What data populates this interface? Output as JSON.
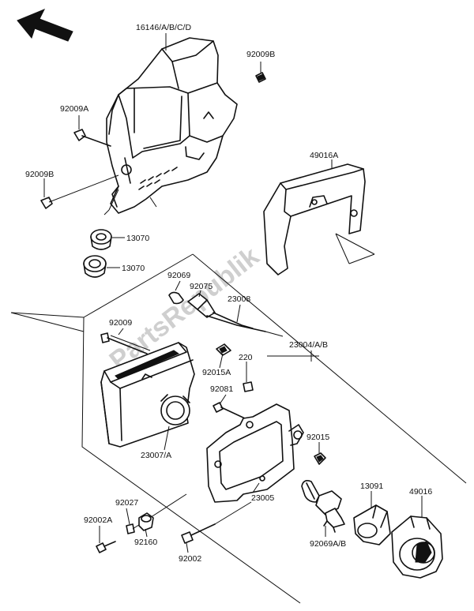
{
  "diagram": {
    "watermark": "PartsRepublik",
    "labels": {
      "p16146": "16146/A/B/C/D",
      "p92009B_top": "92009B",
      "p92009A": "92009A",
      "p92009B_left": "92009B",
      "p49016A": "49016A",
      "p13070_a": "13070",
      "p13070_b": "13070",
      "p92069": "92069",
      "p92075": "92075",
      "p23008": "23008",
      "p92009": "92009",
      "p23004": "23004/A/B",
      "p92015A": "92015A",
      "p220": "220",
      "p92081": "92081",
      "p23007": "23007/A",
      "p92015": "92015",
      "p23005": "23005",
      "p13091": "13091",
      "p49016": "49016",
      "p92027": "92027",
      "p92002A": "92002A",
      "p92160": "92160",
      "p92002": "92002",
      "p92069AB": "92069A/B"
    }
  }
}
